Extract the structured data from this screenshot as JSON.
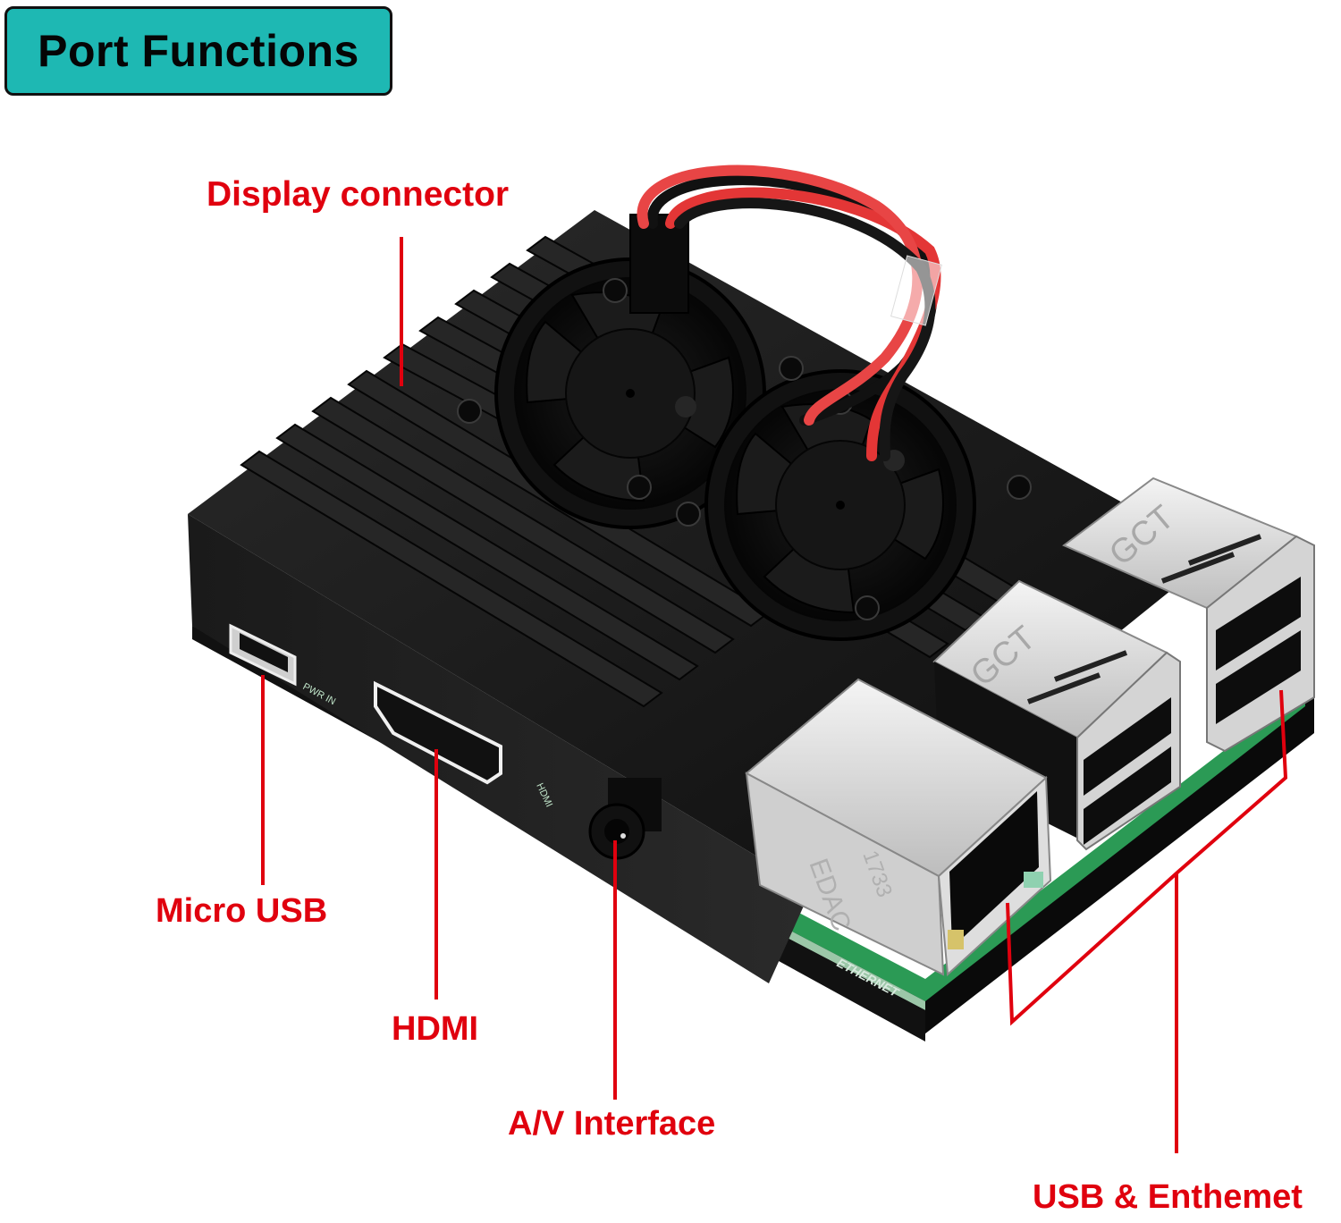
{
  "header": {
    "title": "Port Functions",
    "badge_color": "#1eb8b3"
  },
  "callouts": {
    "display_connector": "Display connector",
    "micro_usb": "Micro USB",
    "hdmi": "HDMI",
    "av_interface": "A/V Interface",
    "usb_ethernet": "USB & Enthemet"
  },
  "colors": {
    "callout": "#e0000e",
    "case": "#141414",
    "pcb": "#1f8a48",
    "metal": "#d9d9d9"
  },
  "product_markings": {
    "usb_brand": "GCT",
    "ethernet_brand": "EDAC",
    "ethernet_code": "1733",
    "pcb_ethernet": "ETHERNET",
    "pcb_hdmi": "HDMI",
    "pcb_pwr": "PWR IN"
  }
}
